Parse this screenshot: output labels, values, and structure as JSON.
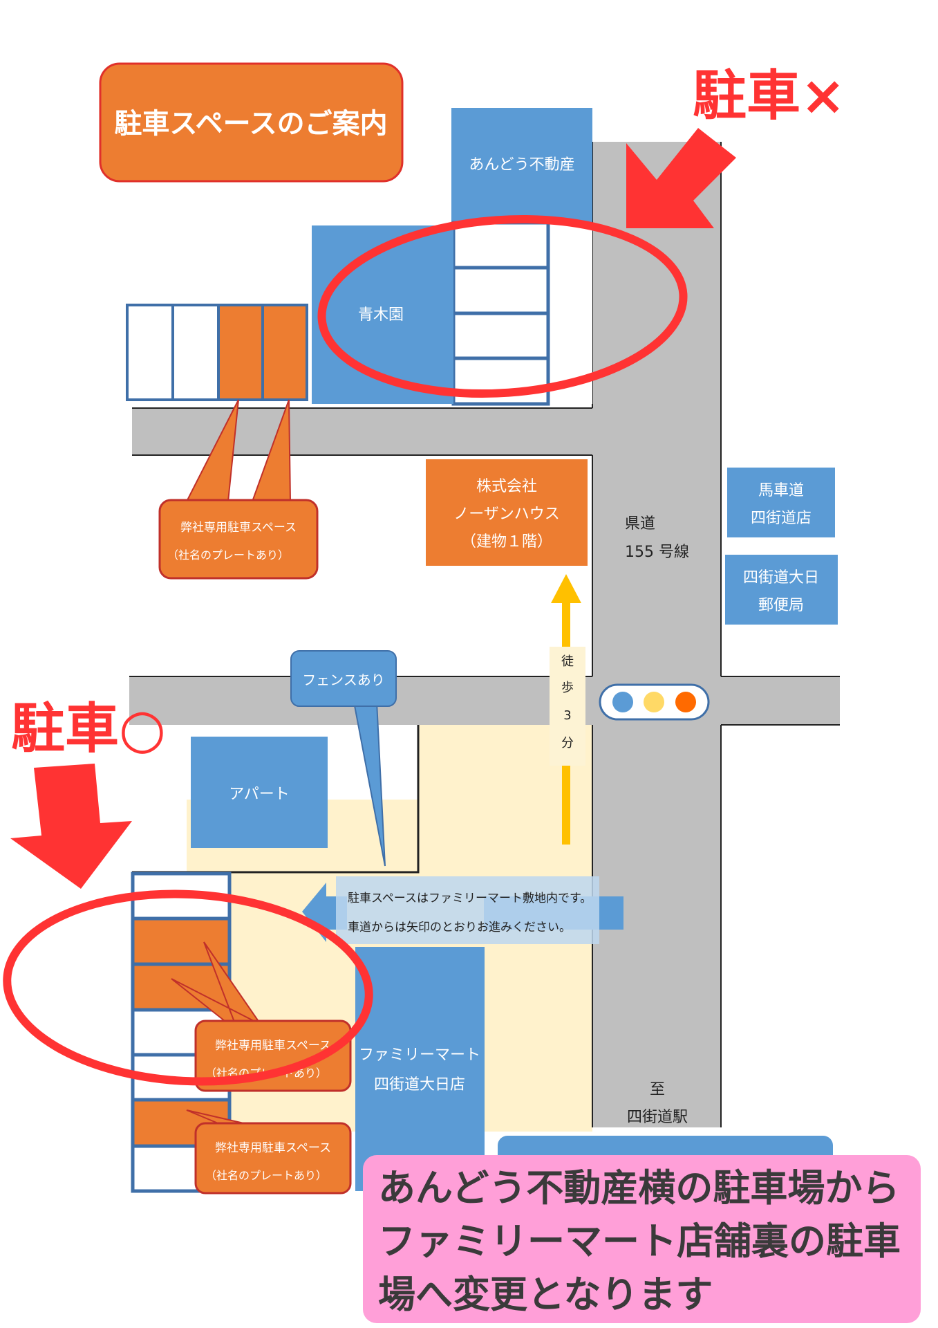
{
  "title": "駐車スペースのご案内",
  "parking_ng_label": "駐車×",
  "parking_ok_label": "駐車○",
  "buildings": {
    "andou": "あんどう不動産",
    "aokien": "青木園",
    "northern": [
      "株式会社",
      "ノーザンハウス",
      "（建物１階）"
    ],
    "bashamichi": [
      "馬車道",
      "四街道店"
    ],
    "post_office": [
      "四街道大日",
      "郵便局"
    ],
    "apart": "アパート",
    "familymart": [
      "ファミリーマート",
      "四街道大日店"
    ]
  },
  "road_label": [
    "県道",
    "155 号線"
  ],
  "station_label": [
    "至",
    "四街道駅"
  ],
  "walk_label": [
    "徒",
    "歩",
    "3",
    "分"
  ],
  "fence_label": "フェンスあり",
  "callout_private": [
    "弊社専用駐車スペース",
    "（社名のプレートあり）"
  ],
  "notice": [
    "駐車スペースはファミリーマート敷地内です。",
    "車道からは矢印のとおりお進みください。"
  ],
  "announcement": [
    "あんどう不動産横の駐車場から",
    "ファミリーマート店舗裏の駐車",
    "場へ変更となります"
  ],
  "colors": {
    "orange": "#ed7d31",
    "blue": "#5b9bd5",
    "road": "#bfbfbf",
    "red": "#ff3333",
    "pink": "#ff9fd8",
    "cream": "#fff2cc"
  }
}
